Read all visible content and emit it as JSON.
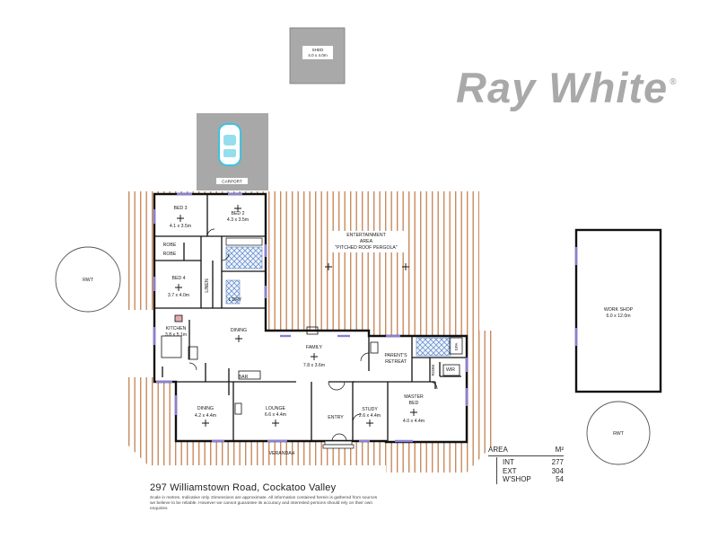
{
  "brand": {
    "name": "Ray White",
    "mark": "®"
  },
  "address": "297 Williamstown Road, Cockatoo Valley",
  "disclaimer": "Scale in metres. Indicative only. Dimensions are approximate. All information contained herein is gathered from sources we believe to be reliable. However we cannot guarantee its accuracy and interested persons should rely on their own enquiries",
  "rooms": {
    "shed": {
      "name": "SHED",
      "dims": "4.0 x 4.0m"
    },
    "carport": {
      "name": "CARPORT"
    },
    "bed3": {
      "name": "BED 3",
      "dims": "4.1 x 3.5m"
    },
    "bed2": {
      "name": "BED 2",
      "dims": "4.3 x 3.5m"
    },
    "robe1": {
      "name": "ROBE"
    },
    "robe2": {
      "name": "ROBE"
    },
    "bed4": {
      "name": "BED 4",
      "dims": "3.7 x 4.0m"
    },
    "linen": {
      "name": "LINEN"
    },
    "ldry": {
      "name": "L'DRY"
    },
    "kitchen": {
      "name": "KITCHEN",
      "dims": "3.8 x 5.1m"
    },
    "dining1": {
      "name": "DINING"
    },
    "family": {
      "name": "FAMILY",
      "dims": "7.8 x 3.6m"
    },
    "bar": {
      "name": "BAR"
    },
    "dining2": {
      "name": "DINING",
      "dims": "4.2 x 4.4m"
    },
    "lounge": {
      "name": "LOUNGE",
      "dims": "6.6 x 4.4m"
    },
    "entry": {
      "name": "ENTRY"
    },
    "study": {
      "name": "STUDY",
      "dims": "2.6 x 4.4m"
    },
    "parents_retreat": {
      "name1": "PARENT'S",
      "name2": "RETREAT"
    },
    "robe3": {
      "name": "ROBE"
    },
    "wir": {
      "name": "WIR"
    },
    "spa": {
      "name": "SPA"
    },
    "master_bed": {
      "name1": "MASTER",
      "name2": "BED",
      "dims": "4.0 x 4.4m"
    },
    "entertainment": {
      "name1": "ENTERTAINMENT",
      "name2": "AREA",
      "name3": "\"PITCHED ROOF PERGOLA\""
    },
    "verandah": {
      "name": "VERANDAH"
    },
    "workshop": {
      "name": "WORK SHOP",
      "dims": "6.0 x 12.0m"
    },
    "rwt_left": {
      "name": "RWT"
    },
    "rwt_right": {
      "name": "RWT"
    }
  },
  "area_table": {
    "header_label": "AREA",
    "header_unit": "M²",
    "rows": [
      {
        "label": "INT",
        "value": "277"
      },
      {
        "label": "EXT",
        "value": "304"
      },
      {
        "label": "W'SHOP",
        "value": "54"
      }
    ]
  },
  "colors": {
    "deck_stripe": "#c98a5e",
    "wall": "#111111",
    "window": "#8a7fd6",
    "carport_fill": "#a8a8a8",
    "car": "#3ec3e0",
    "tile": "#5a86c8"
  }
}
